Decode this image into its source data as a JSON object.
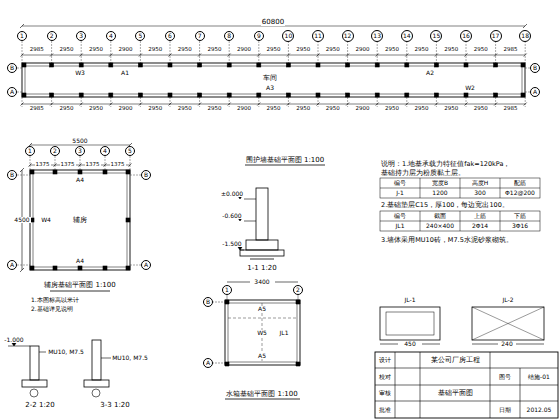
{
  "diagram": {
    "nodes": [
      {
        "text": [
          "1"
        ]
      },
      {
        "text": [
          "2"
        ]
      },
      {
        "text": [
          "3"
        ]
      },
      {
        "text": [
          "4"
        ]
      },
      {
        "text": [
          "5"
        ]
      },
      {
        "text": [
          "6"
        ]
      },
      {
        "text": [
          "7"
        ]
      },
      {
        "text": [
          "8"
        ]
      },
      {
        "text": [
          "9"
        ]
      },
      {
        "text": [
          "10"
        ]
      },
      {
        "text": [
          "11"
        ]
      },
      {
        "text": [
          "12"
        ]
      },
      {
        "text": [
          "13"
        ]
      },
      {
        "text": [
          "14"
        ]
      },
      {
        "text": [
          "15"
        ]
      },
      {
        "text": [
          "16"
        ]
      },
      {
        "text": [
          "17"
        ]
      },
      {
        "text": [
          "18"
        ]
      },
      {
        "text": [
          "B"
        ]
      },
      {
        "text": [
          "A"
        ]
      },
      {
        "text": [
          "B"
        ]
      },
      {
        "text": [
          "A"
        ]
      },
      {
        "text": [
          "1"
        ]
      },
      {
        "text": [
          "2"
        ]
      },
      {
        "text": [
          "3"
        ]
      },
      {
        "text": [
          "4"
        ]
      },
      {
        "text": [
          "5"
        ]
      },
      {
        "text": [
          "B"
        ]
      },
      {
        "text": [
          "A"
        ]
      },
      {
        "text": [
          "B"
        ]
      },
      {
        "text": [
          "A"
        ]
      },
      {
        "text": [
          "B"
        ]
      },
      {
        "text": [
          "A"
        ]
      },
      {
        "text": [
          "1"
        ]
      },
      {
        "text": [
          "2"
        ]
      }
    ],
    "labels": [
      "60800",
      "2985",
      "2950",
      "2950",
      "2900",
      "2950",
      "2950",
      "2950",
      "2900",
      "2950",
      "2950",
      "2950",
      "2900",
      "2950",
      "2950",
      "2950",
      "2950",
      "2985",
      "2985",
      "2950",
      "2950",
      "2900",
      "2950",
      "2950",
      "2950",
      "2900",
      "2950",
      "2950",
      "2950",
      "2900",
      "2950",
      "2950",
      "2950",
      "2950",
      "2985",
      "W3",
      "A1",
      "A2",
      "W2",
      "A3",
      "车间",
      "5500",
      "1375",
      "1375",
      "1375",
      "1375",
      "4500",
      "A4",
      "A4",
      "W4",
      "辅房",
      "辅房基础平面图 1:100",
      "1.本图标高以米计",
      "2.基础详见说明",
      "围护墙基础平面图 1:100",
      "±0.000",
      "-0.600",
      "-1.500",
      "1-1 1:20",
      "3400",
      "A5",
      "W5",
      "A5",
      "JL1",
      "水箱基础平面图 1:100",
      "-1.000",
      "2-2 1:20",
      "MU10, M7.5",
      "MU10, M7.5",
      "3-3 1:20",
      "说明：1.地基承载力特征值fak=120kPa，",
      "基础持力层为粉质黏土层。",
      "编号",
      "宽度B",
      "高度H",
      "配筋",
      "J-1",
      "1200",
      "300",
      "Φ12@200",
      "2.基础垫层C15，厚100，每边宽出100。",
      "编号",
      "截面",
      "上筋",
      "下筋",
      "JL1",
      "240×400",
      "2Φ14",
      "3Φ16",
      "3.墙体采用MU10砖，M7.5水泥砂浆砌筑。",
      "JL-1",
      "450",
      "JL-2",
      "240",
      "设计",
      "校对",
      "审核",
      "批准",
      "某公司厂房工程",
      "基础平面图",
      "图号",
      "结施-01",
      "日期",
      "2012.05"
    ]
  }
}
